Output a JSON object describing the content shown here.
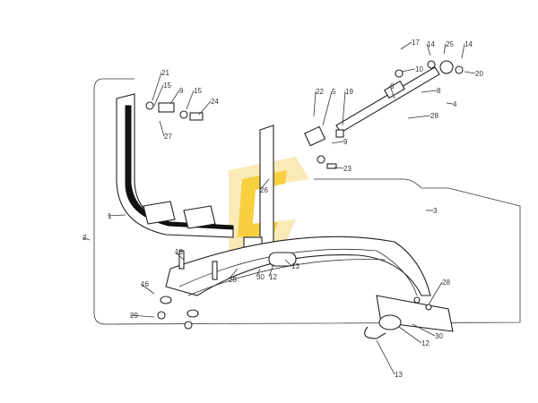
{
  "diagram": {
    "type": "exploded parts diagram",
    "part_labels": [
      "17",
      "14",
      "25",
      "14",
      "10",
      "20",
      "6",
      "8",
      "4",
      "28",
      "22",
      "5",
      "19",
      "9",
      "23",
      "21",
      "15",
      "9",
      "15",
      "24",
      "27",
      "1",
      "2",
      "3",
      "26",
      "18",
      "16",
      "29",
      "28",
      "30",
      "12",
      "13",
      "28",
      "30",
      "12",
      "13"
    ]
  },
  "watermark": {
    "colors": [
      "#f5c000",
      "#f7e3a0"
    ]
  }
}
